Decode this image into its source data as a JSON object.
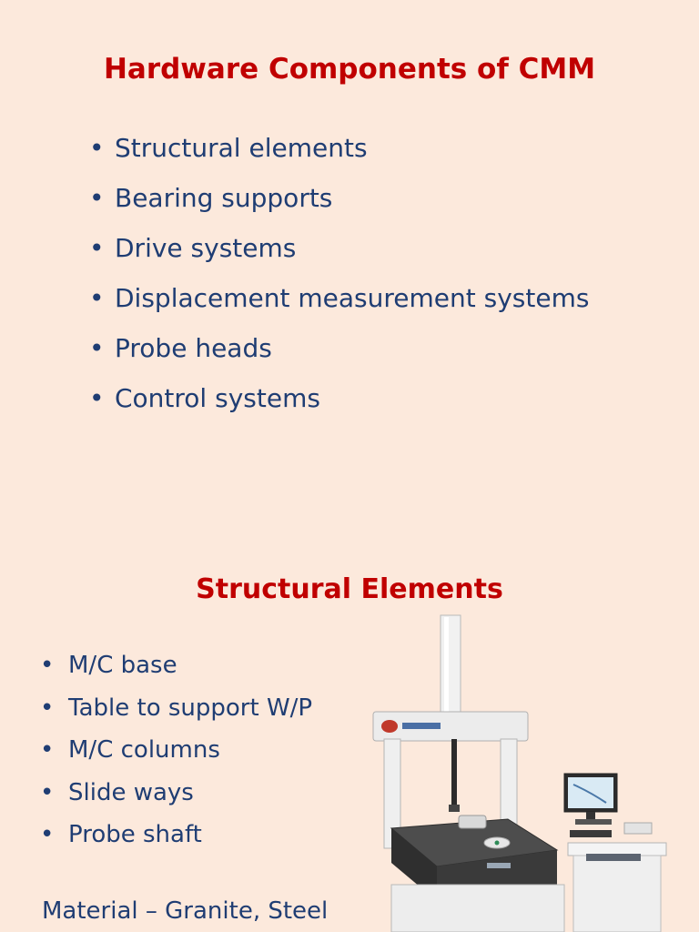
{
  "slide1": {
    "title": "Hardware Components of CMM",
    "bullets": [
      "Structural elements",
      "Bearing supports",
      "Drive systems",
      "Displacement measurement systems",
      "Probe heads",
      "Control systems"
    ]
  },
  "slide2": {
    "title": "Structural Elements",
    "bullets": [
      "M/C base",
      "Table to support W/P",
      "M/C columns",
      "Slide ways",
      "Probe shaft"
    ],
    "material": "Material – Granite, Steel"
  },
  "colors": {
    "background": "#fce9dc",
    "title": "#c00000",
    "text": "#1f3d73"
  },
  "image": {
    "subject": "coordinate-measuring-machine-photo"
  }
}
